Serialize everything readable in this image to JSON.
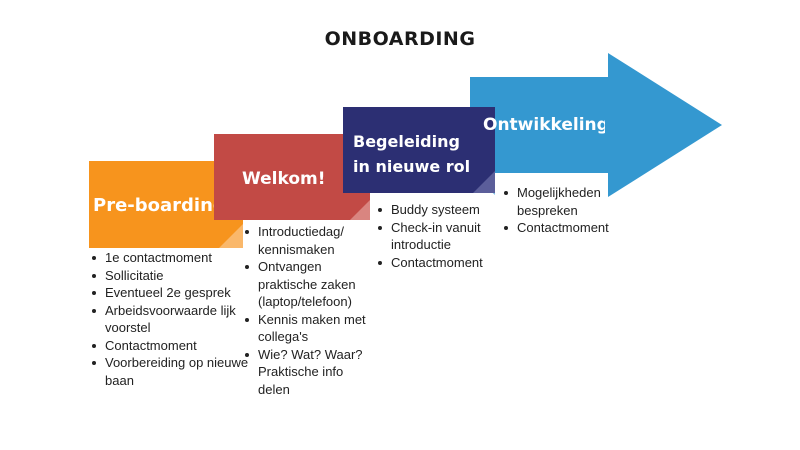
{
  "title": "ONBOARDING",
  "colors": {
    "preboarding": "#f7941d",
    "welkom": "#c24a45",
    "begeleiding": "#2c2f73",
    "ontwikkeling": "#3498d0"
  },
  "stages": [
    {
      "label": "Pre-boarding",
      "items": [
        "1e contactmoment",
        "Sollicitatie",
        "Eventueel 2e gesprek",
        "Arbeidsvoorwaarde lijk voorstel",
        "Contactmoment",
        "Voorbereiding op nieuwe baan"
      ]
    },
    {
      "label": "Welkom!",
      "items": [
        "Introductiedag/ kennismaken",
        "Ontvangen praktische zaken (laptop/telefoon)",
        "Kennis maken met collega's",
        "Wie? Wat? Waar? Praktische info delen"
      ]
    },
    {
      "label_line1": "Begeleiding",
      "label_line2": "in nieuwe rol",
      "items": [
        "Buddy systeem",
        "Check-in vanuit introductie",
        "Contactmoment"
      ]
    },
    {
      "label": "Ontwikkeling",
      "items": [
        "Mogelijkheden bespreken",
        "Contactmoment"
      ]
    }
  ]
}
